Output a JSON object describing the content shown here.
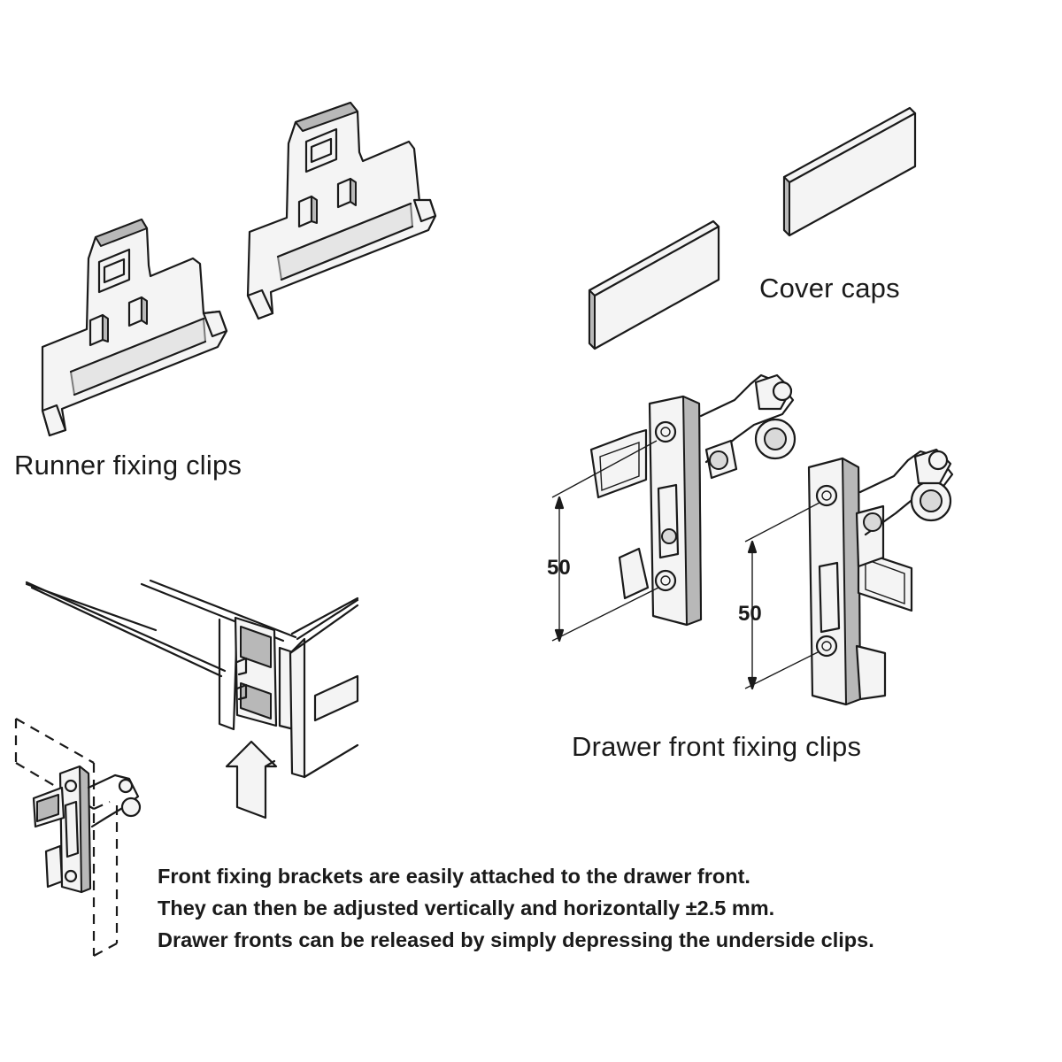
{
  "labels": {
    "runner_clips": "Runner fixing clips",
    "cover_caps": "Cover caps",
    "front_clips": "Drawer front fixing clips"
  },
  "dimensions": {
    "left": "50",
    "right": "50"
  },
  "caption": {
    "line1": "Front fixing brackets are easily attached to the drawer front.",
    "line2": "They can then be adjusted vertically and horizontally ±2.5 mm.",
    "line3": "Drawer fronts can be released by simply depressing the underside clips."
  },
  "colors": {
    "line": "#1a1a1a",
    "part_fill": "#f4f4f4",
    "shadow_fill": "#b8b8b8",
    "background": "#ffffff"
  }
}
